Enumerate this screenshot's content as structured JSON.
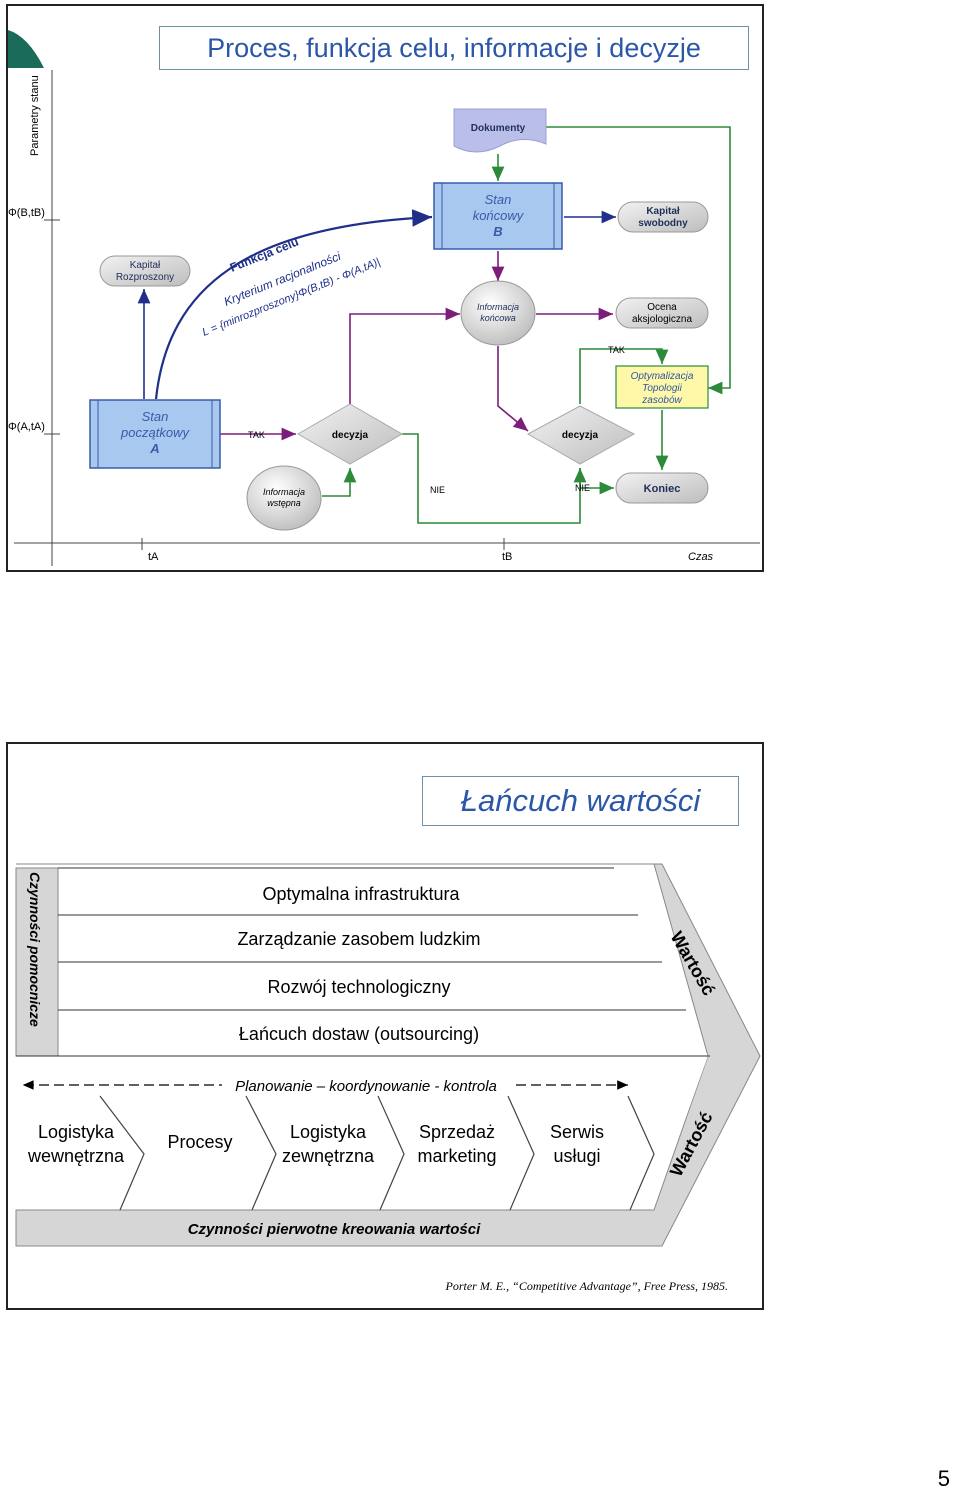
{
  "slide1": {
    "title": "Proces, funkcja celu, informacje i decyzje",
    "y_axis_label": "Parametry stanu",
    "y_tick_b": "Φ(B,tB)",
    "y_tick_a": "Φ(A,tA)",
    "x_tick_a": "tA",
    "x_tick_b": "tB",
    "x_axis_label": "Czas",
    "dokumenty": "Dokumenty",
    "stan_koncowy": [
      "Stan",
      "końcowy",
      "B"
    ],
    "kapital_swobodny": [
      "Kapitał",
      "swobodny"
    ],
    "kapital_rozproszony": [
      "Kapitał",
      "Rozproszony"
    ],
    "funkcja_celu": "Funkcja celu",
    "kryterium": "Kryterium racjonalności",
    "formula": "L = {minrozproszony}Φ(B,tB) - Φ(A,tA)|",
    "informacja_koncowa": [
      "Informacja",
      "końcowa"
    ],
    "ocena": [
      "Ocena",
      "aksjologiczna"
    ],
    "stan_poczatkowy": [
      "Stan",
      "początkowy",
      "A"
    ],
    "tak1": "TAK",
    "tak2": "TAK",
    "decyzja1": "decyzja",
    "decyzja2": "decyzja",
    "optymalizacja": [
      "Optymalizacja",
      "Topologii",
      "zasobów"
    ],
    "informacja_wstepna": [
      "Informacja",
      "wstępna"
    ],
    "nie1": "NIE",
    "nie2": "NIE",
    "koniec": "Koniec"
  },
  "slide2": {
    "title": "Łańcuch wartości",
    "support_label": "Czynności pomocnicze",
    "support_rows": [
      "Optymalna infrastruktura",
      "Zarządzanie zasobem ludzkim",
      "Rozwój technologiczny",
      "Łańcuch dostaw (outsourcing)"
    ],
    "planning": "Planowanie – koordynowanie - kontrola",
    "primary": [
      [
        "Logistyka",
        "wewnętrzna"
      ],
      [
        "Procesy"
      ],
      [
        "Logistyka",
        "zewnętrzna"
      ],
      [
        "Sprzedaż",
        "marketing"
      ],
      [
        "Serwis",
        "usługi"
      ]
    ],
    "primary_label": "Czynności pierwotne kreowania wartości",
    "value_top": "Wartość",
    "value_bottom": "Wartość",
    "citation": "Porter M. E., “Competitive Advantage”, Free Press, 1985."
  },
  "page_number": "5",
  "colors": {
    "title_blue": "#2b57a8",
    "box_blue": "#a8c8f0",
    "purple_line": "#7a1e7a",
    "green_line": "#2d8a3a",
    "navy_line": "#1f2f8a",
    "yellow_box": "#fff8a8",
    "gray": "#d4d4d4"
  }
}
